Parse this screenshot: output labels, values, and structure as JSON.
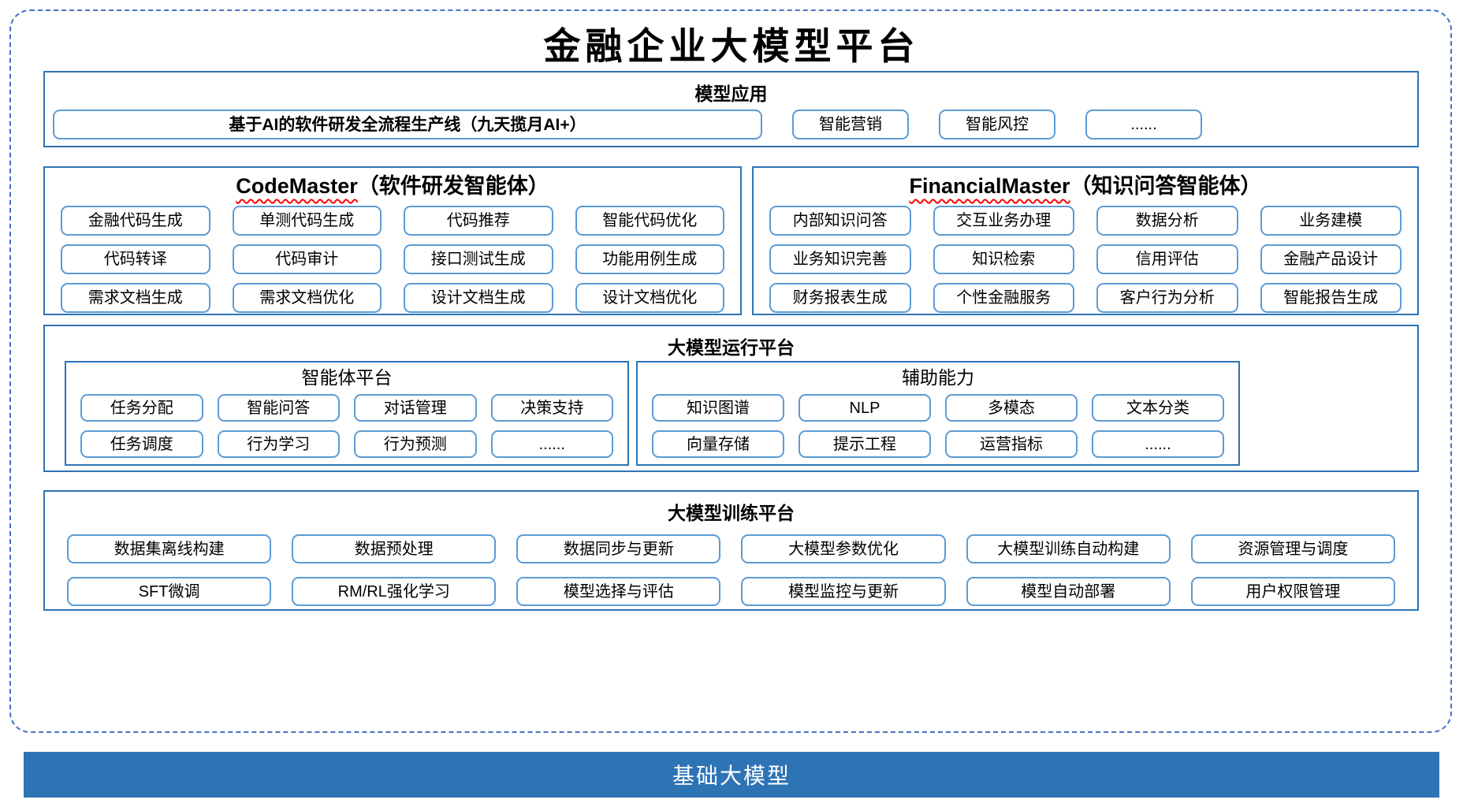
{
  "title": "金融企业大模型平台",
  "apps": {
    "header": "模型应用",
    "main_box": "基于AI的软件研发全流程生产线（九天揽月AI+）",
    "boxes": [
      "智能营销",
      "智能风控",
      "......"
    ]
  },
  "codemaster": {
    "name": "CodeMaster",
    "suffix": "（软件研发智能体）",
    "items": [
      "金融代码生成",
      "单测代码生成",
      "代码推荐",
      "智能代码优化",
      "代码转译",
      "代码审计",
      "接口测试生成",
      "功能用例生成",
      "需求文档生成",
      "需求文档优化",
      "设计文档生成",
      "设计文档优化"
    ]
  },
  "financialmaster": {
    "name": "FinancialMaster",
    "suffix": "（知识问答智能体）",
    "items": [
      "内部知识问答",
      "交互业务办理",
      "数据分析",
      "业务建模",
      "业务知识完善",
      "知识检索",
      "信用评估",
      "金融产品设计",
      "财务报表生成",
      "个性金融服务",
      "客户行为分析",
      "智能报告生成"
    ]
  },
  "runtime": {
    "header": "大模型运行平台",
    "agent_platform": {
      "header": "智能体平台",
      "items": [
        "任务分配",
        "智能问答",
        "对话管理",
        "决策支持",
        "任务调度",
        "行为学习",
        "行为预测",
        "......"
      ]
    },
    "aux": {
      "header": "辅助能力",
      "items": [
        "知识图谱",
        "NLP",
        "多模态",
        "文本分类",
        "向量存储",
        "提示工程",
        "运营指标",
        "......"
      ]
    }
  },
  "training": {
    "header": "大模型训练平台",
    "items": [
      "数据集离线构建",
      "数据预处理",
      "数据同步与更新",
      "大模型参数优化",
      "大模型训练自动构建",
      "资源管理与调度",
      "SFT微调",
      "RM/RL强化学习",
      "模型选择与评估",
      "模型监控与更新",
      "模型自动部署",
      "用户权限管理"
    ]
  },
  "foundation": {
    "label": "基础大模型"
  },
  "colors": {
    "section_border": "#2E74B5",
    "box_border": "#5B9BD5",
    "outer_dashed": "#4472C4",
    "squiggle": "#FF0000",
    "foundation_bg": "#2E74B5",
    "foundation_text": "#FFFFFF"
  }
}
